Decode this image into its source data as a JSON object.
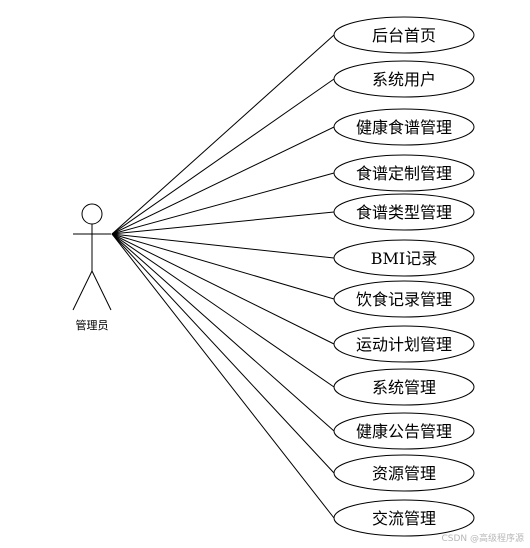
{
  "actor": {
    "label": "管理员"
  },
  "use_cases": [
    {
      "label": "后台首页"
    },
    {
      "label": "系统用户"
    },
    {
      "label": "健康食谱管理"
    },
    {
      "label": "食谱定制管理"
    },
    {
      "label": "食谱类型管理"
    },
    {
      "label": "BMI记录"
    },
    {
      "label": "饮食记录管理"
    },
    {
      "label": "运动计划管理"
    },
    {
      "label": "系统管理"
    },
    {
      "label": "健康公告管理"
    },
    {
      "label": "资源管理"
    },
    {
      "label": "交流管理"
    }
  ],
  "watermark": "CSDN @高级程序源",
  "colors": {
    "stroke": "#000000",
    "fill": "#ffffff",
    "watermark": "#b8b8b8"
  }
}
